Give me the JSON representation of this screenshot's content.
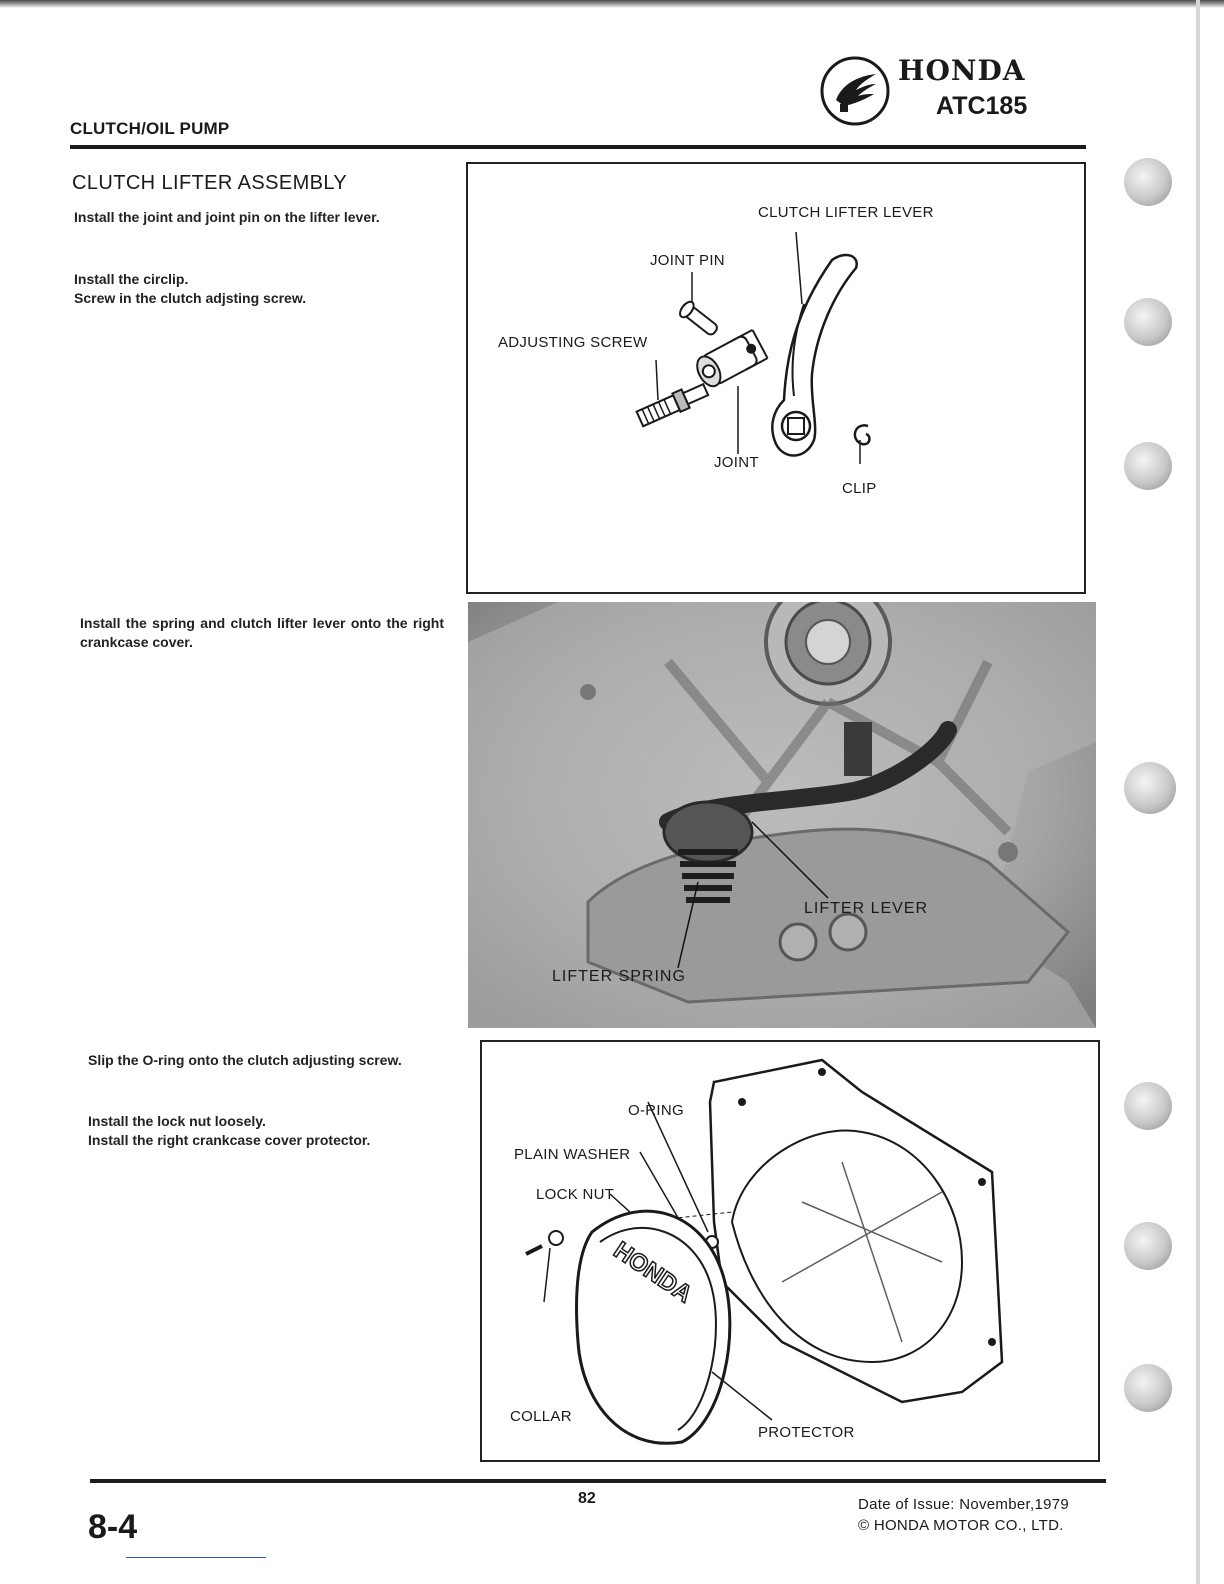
{
  "header": {
    "section_title": "CLUTCH/OIL PUMP",
    "brand_name": "HONDA",
    "model": "ATC185",
    "logo_icon": "honda-wing-logo"
  },
  "section": {
    "title": "CLUTCH LIFTER ASSEMBLY"
  },
  "steps": {
    "step1": {
      "line1": "Install the joint and joint pin on the lifter lever.",
      "line2": "Install the circlip.",
      "line3": "Screw in the clutch adjsting screw."
    },
    "step2": {
      "line1": "Install the spring and clutch lifter lever onto the right crankcase cover."
    },
    "step3": {
      "line1": "Slip the O-ring onto the clutch adjusting screw.",
      "line2": "Install the lock nut loosely.",
      "line3": "Install the right crankcase cover protector."
    }
  },
  "figure1": {
    "labels": {
      "clutch_lifter_lever": "CLUTCH LIFTER LEVER",
      "joint_pin": "JOINT PIN",
      "adjusting_screw": "ADJUSTING SCREW",
      "joint": "JOINT",
      "clip": "CLIP"
    }
  },
  "photo": {
    "labels": {
      "lifter_lever": "LIFTER LEVER",
      "lifter_spring": "LIFTER SPRING"
    }
  },
  "figure2": {
    "labels": {
      "o_ring": "O-RING",
      "plain_washer": "PLAIN WASHER",
      "lock_nut": "LOCK NUT",
      "collar": "COLLAR",
      "protector": "PROTECTOR",
      "cover_emblem": "HONDA"
    }
  },
  "footer": {
    "page_number": "82",
    "section_number": "8-4",
    "date_of_issue": "Date of Issue:  November,1979",
    "copyright": "© HONDA MOTOR CO., LTD."
  },
  "colors": {
    "ink": "#1a1a1a",
    "tab_grey": "#c8c8c8",
    "photo_grey": "#8e8e8e"
  }
}
